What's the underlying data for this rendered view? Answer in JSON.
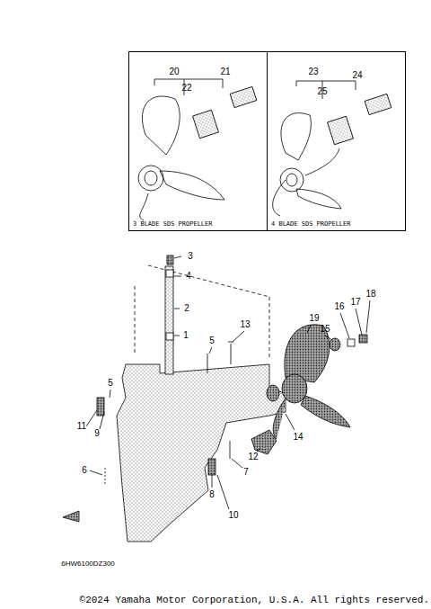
{
  "diagram": {
    "nodes": [
      {
        "text": [
          "3 BLADE SDS PROPELLER"
        ]
      },
      {
        "text": [
          "4 BLADE SDS PROPELLER"
        ]
      }
    ],
    "labels": [
      "20",
      "21",
      "22",
      "23",
      "24",
      "25",
      "3",
      "4",
      "2",
      "1",
      "13",
      "5",
      "19",
      "15",
      "16",
      "17",
      "18",
      "5",
      "11",
      "9",
      "14",
      "12",
      "7",
      "6",
      "8",
      "10",
      "6HW6100DZ300",
      "©2024 Yamaha Motor Corporation, U.S.A. All rights reserved."
    ]
  }
}
